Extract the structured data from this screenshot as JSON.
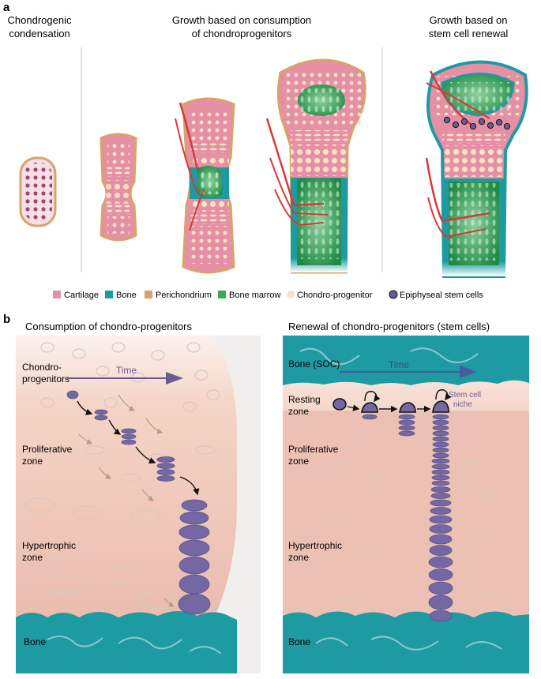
{
  "panel_a": {
    "letter": "a",
    "col1": [
      "Chondrogenic",
      "condensation"
    ],
    "col2": [
      "Growth based on consumption",
      "of chondroprogenitors"
    ],
    "col3": [
      "Growth based on",
      "stem cell renewal"
    ],
    "legend": [
      {
        "label": "Cartilage",
        "color": "#e690a6"
      },
      {
        "label": "Bone",
        "color": "#1e9aa3"
      },
      {
        "label": "Perichondrium",
        "color": "#d9a36a"
      },
      {
        "label": "Bone marrow",
        "color": "#3da85a"
      },
      {
        "label": "Chondro-progenitor",
        "color": "#f8e3c4"
      },
      {
        "label": "Epiphyseal stem cells",
        "color": "#6a5c92"
      }
    ]
  },
  "panel_b": {
    "letter": "b",
    "left": {
      "title": "Consumption of chondro-progenitors",
      "time": "Time",
      "chondro": [
        "Chondro-",
        "progenitors"
      ],
      "proliferative": [
        "Proliferative",
        "zone"
      ],
      "hypertrophic": [
        "Hypertrophic",
        "zone"
      ],
      "bone": "Bone"
    },
    "right": {
      "title": "Renewal of chondro-progenitors (stem cells)",
      "bone_soc": "Bone (SOC)",
      "time": "Time",
      "resting": [
        "Resting",
        "zone"
      ],
      "niche": [
        "Stem cell",
        "niche"
      ],
      "proliferative": [
        "Proliferative",
        "zone"
      ],
      "hypertrophic": [
        "Hypertrophic",
        "zone"
      ],
      "bone": "Bone"
    }
  }
}
